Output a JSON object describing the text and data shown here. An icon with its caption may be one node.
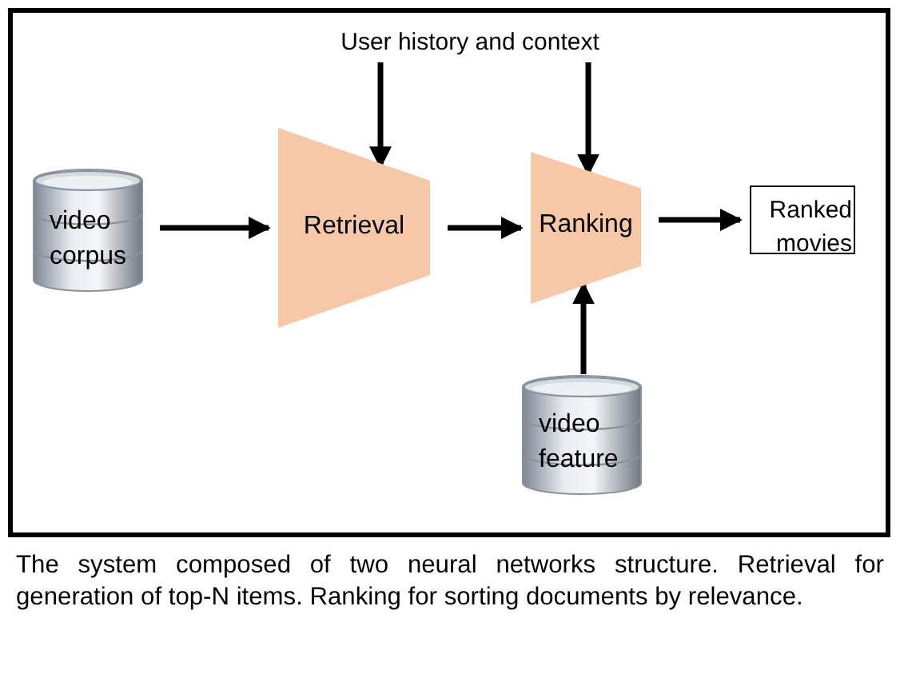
{
  "diagram": {
    "caption": "The system composed of two neural networks structure. Retrieval for generation of top-N items. Ranking for sorting documents by relevance.",
    "nodes": [
      {
        "text": [
          "User history and context"
        ]
      },
      {
        "text": [
          "video corpus"
        ]
      },
      {
        "text": [
          "Retrieval"
        ]
      },
      {
        "text": [
          "Ranking"
        ]
      },
      {
        "text": [
          "Ranked movies"
        ]
      },
      {
        "text": [
          "video feature"
        ]
      }
    ],
    "edges": [
      {
        "from": 0,
        "to": 2,
        "arrow": "to"
      },
      {
        "from": 0,
        "to": 3,
        "arrow": "to"
      },
      {
        "from": 1,
        "to": 2,
        "arrow": "to"
      },
      {
        "from": 2,
        "to": 3,
        "arrow": "to"
      },
      {
        "from": 3,
        "to": 4,
        "arrow": "to"
      },
      {
        "from": 5,
        "to": 3,
        "arrow": "to"
      }
    ]
  }
}
